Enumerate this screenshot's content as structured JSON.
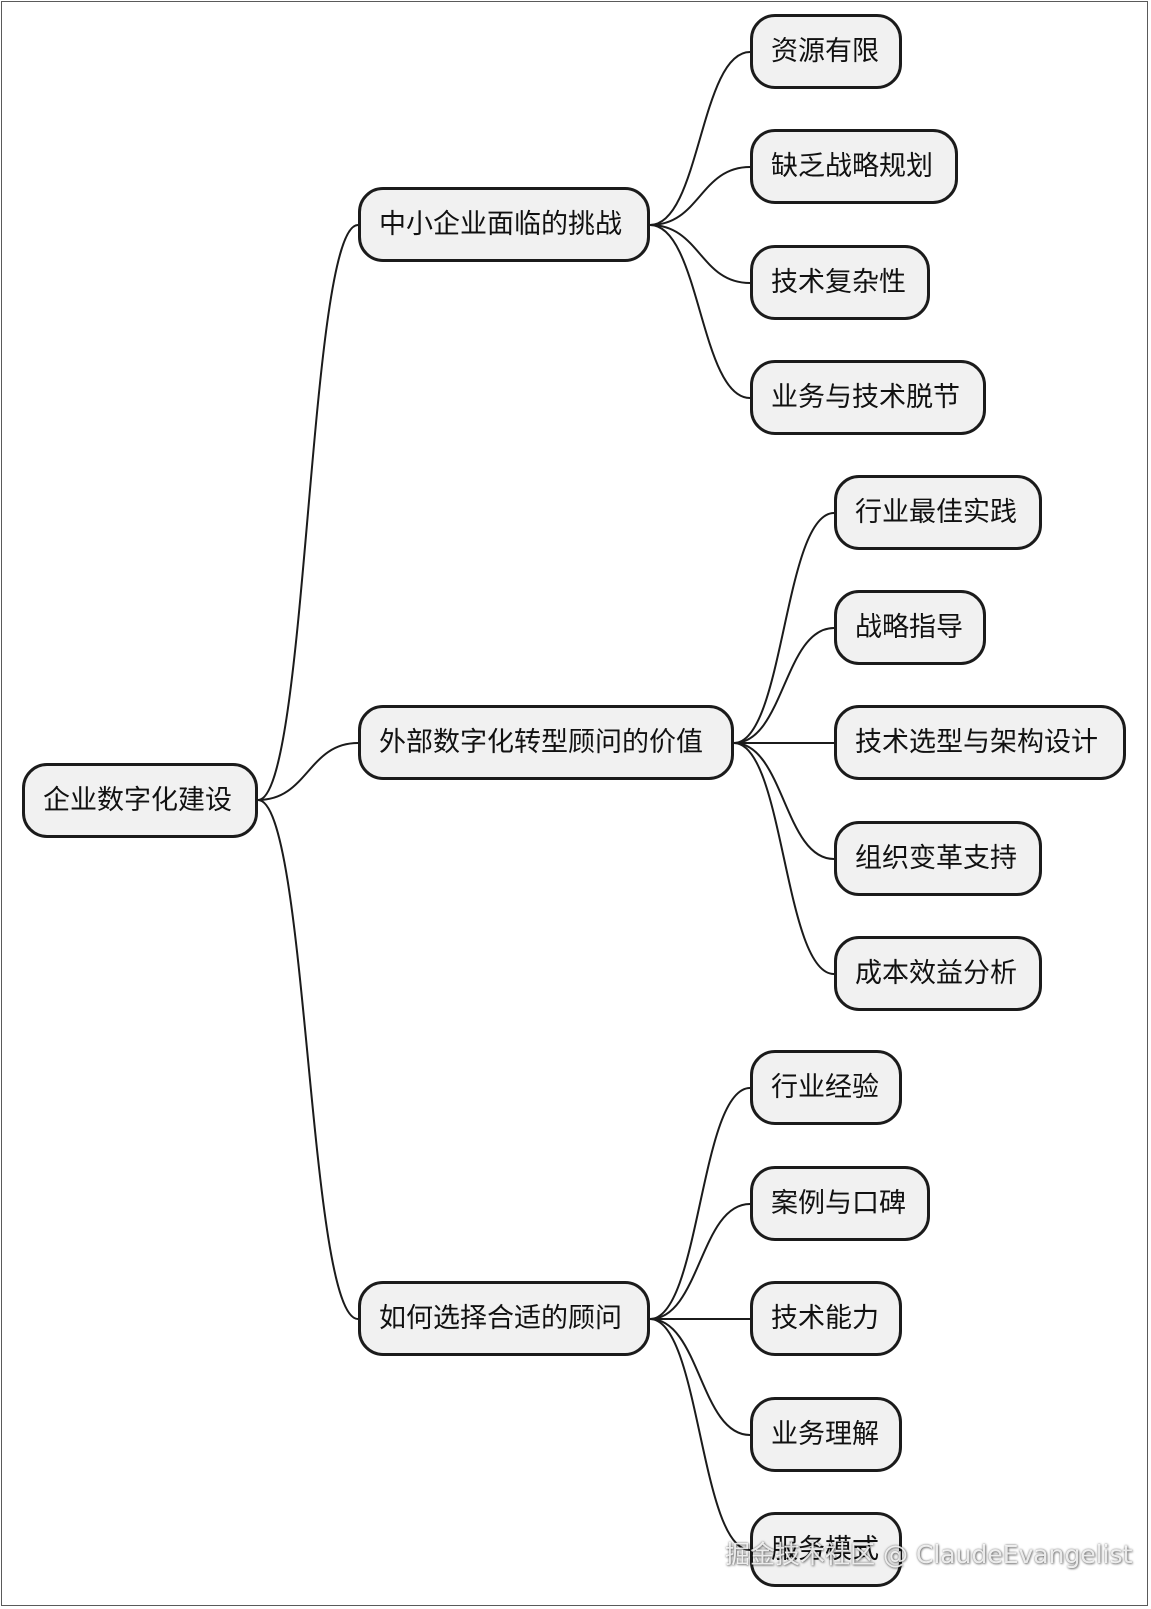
{
  "root": {
    "label": "企业数字化建设"
  },
  "branches": [
    {
      "label": "中小企业面临的挑战",
      "children": [
        "资源有限",
        "缺乏战略规划",
        "技术复杂性",
        "业务与技术脱节"
      ]
    },
    {
      "label": "外部数字化转型顾问的价值",
      "children": [
        "行业最佳实践",
        "战略指导",
        "技术选型与架构设计",
        "组织变革支持",
        "成本效益分析"
      ]
    },
    {
      "label": "如何选择合适的顾问",
      "children": [
        "行业经验",
        "案例与口碑",
        "技术能力",
        "业务理解",
        "服务模式"
      ]
    }
  ],
  "watermark": "掘金技术社区 @ ClaudeEvangelist",
  "colors": {
    "node_fill": "#f1f1f1",
    "node_border": "#1b1b1b",
    "edge": "#1b1b1b",
    "background": "#ffffff"
  }
}
